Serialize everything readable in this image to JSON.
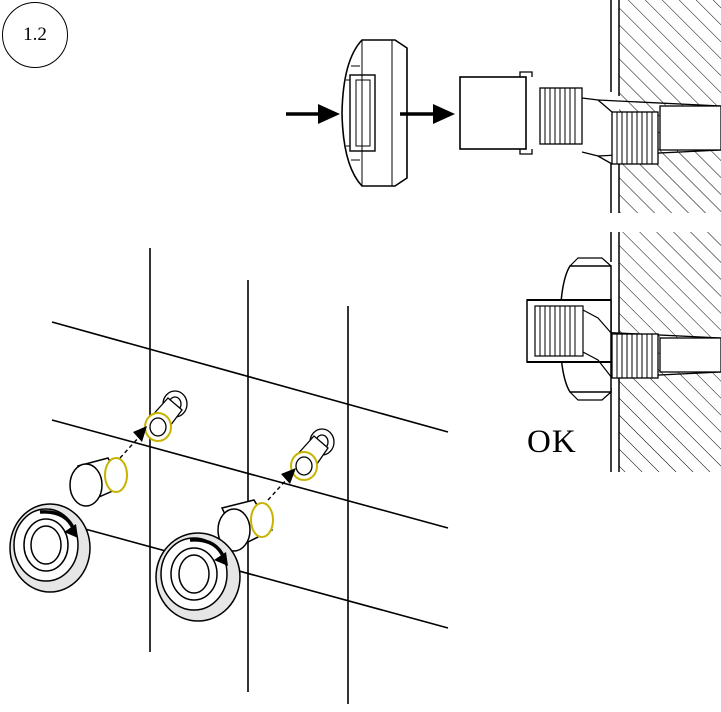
{
  "step": {
    "number": "1.2"
  },
  "result": {
    "label": "OK"
  },
  "colors": {
    "line": "#000000",
    "fill": "#ffffff",
    "shade": "#e6e6e6",
    "accent": "#c8b400"
  },
  "icons": [
    "arrow-right-icon",
    "rotate-arrow-icon",
    "wall-hatching",
    "threaded-pipe-icon",
    "rosette-cap-icon",
    "sleeve-icon"
  ]
}
